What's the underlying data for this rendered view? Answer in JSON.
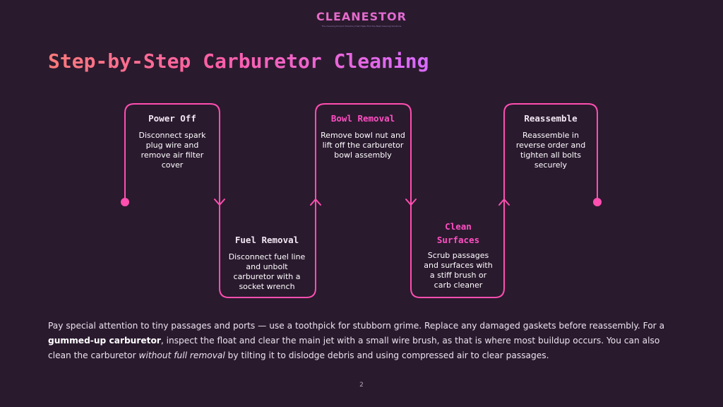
{
  "brand": {
    "name": "CLEANESTOR",
    "tagline": "The Cleaning Product Directory that Helps Find the Best Cleaning Solutions"
  },
  "title": "Step-by-Step Carburetor Cleaning",
  "steps": [
    {
      "title": "Power Off",
      "desc": "Disconnect spark plug wire and remove air filter cover"
    },
    {
      "title": "Fuel Removal",
      "desc": "Disconnect fuel line and unbolt carburetor with a socket wrench"
    },
    {
      "title": "Bowl Removal",
      "desc": "Remove bowl nut and lift off the carburetor bowl assembly"
    },
    {
      "title": "Clean Surfaces",
      "desc": "Scrub passages and surfaces with a stiff brush or carb cleaner"
    },
    {
      "title": "Reassemble",
      "desc": "Reassemble in reverse order and tighten all bolts securely"
    }
  ],
  "body": {
    "part1": "Pay special attention to tiny passages and ports — use a toothpick for stubborn grime. Replace any damaged gaskets before reassembly. For a ",
    "bold": "gummed-up carburetor",
    "part2": ", inspect the float and clear the main jet with a small wire brush, as that is where most buildup occurs. You can also clean the carburetor ",
    "italic": "without full removal",
    "part3": " by tilting it to dislodge debris and using compressed air to clear passages."
  },
  "page_number": "2",
  "colors": {
    "background": "#2a1a2e",
    "path": "#ff4fb0",
    "accent_title": "#ff4fc2"
  }
}
